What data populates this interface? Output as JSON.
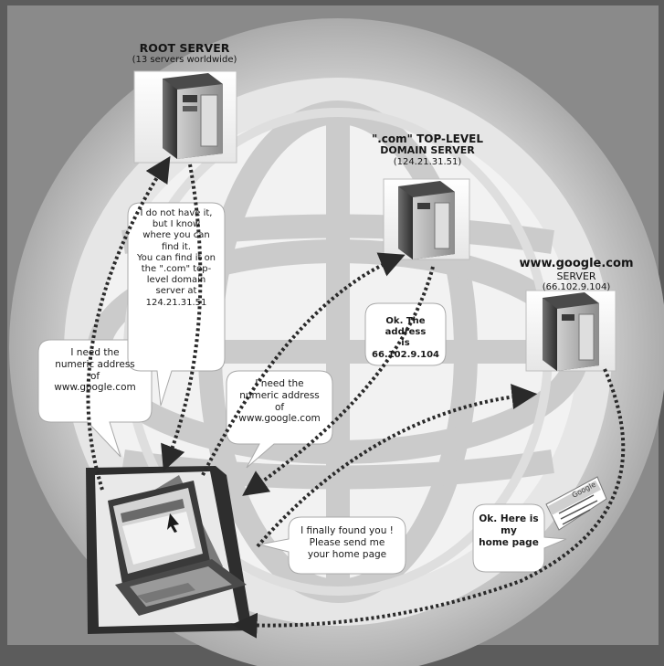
{
  "root_server": {
    "title": "ROOT SERVER",
    "subtitle": "(13 servers worldwide)"
  },
  "tld_server": {
    "title_1": "\".com\" TOP-LEVEL",
    "title_2": "DOMAIN SERVER",
    "ip": "(124.21.31.51)"
  },
  "google_server": {
    "title_1": "www.google.com",
    "title_2": "SERVER",
    "ip": "(66.102.9.104)"
  },
  "bubbles": {
    "ask_root": [
      "I need the",
      "numeric address",
      "of",
      "www.google.com"
    ],
    "root_reply": [
      "I do not have it,",
      "but I know",
      "where you can",
      "find it.",
      "You can find it on",
      "the \".com\" top-",
      "level domain",
      "server at",
      "124.21.31.51"
    ],
    "ask_tld": [
      "I need the",
      "numeric address",
      "of",
      "www.google.com"
    ],
    "tld_reply": [
      "Ok. The address",
      "is",
      "66.102.9.104"
    ],
    "ask_google": [
      "I finally found you !",
      "Please send me",
      "your home page"
    ],
    "google_reply": [
      "Ok. Here is",
      "my",
      "home page"
    ]
  },
  "colors": {
    "background": "#5c5c5c",
    "globe_light": "#ededed",
    "globe_mid": "#c7c7c7",
    "arrow": "#2a2a2a",
    "bubble": "#ffffff"
  },
  "icons": [
    "server-tower-icon",
    "laptop-icon",
    "web-page-icon",
    "globe-background",
    "mouse-cursor-icon"
  ]
}
